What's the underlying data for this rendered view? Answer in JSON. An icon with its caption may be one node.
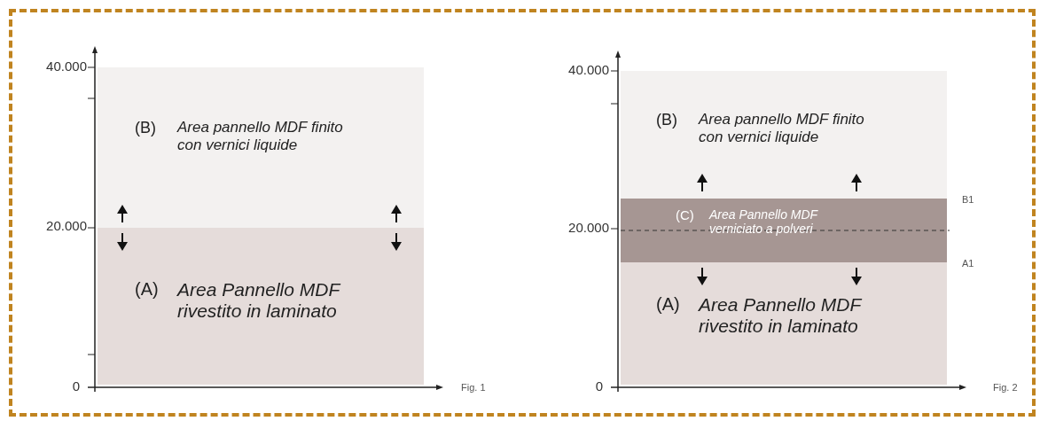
{
  "diagram": {
    "nodes": [
      {
        "text": [
          "(B)",
          "Area pannello MDF finito con vernici liquide"
        ]
      },
      {
        "text": [
          "(A)",
          "Area Pannello MDF rivestito in laminato"
        ]
      },
      {
        "text": [
          "(B)",
          "Area pannello MDF finito con vernici liquide"
        ]
      },
      {
        "text": [
          "(C)",
          "Area Pannello MDF verniciato a polveri"
        ]
      },
      {
        "text": [
          "(A)",
          "Area Pannello MDF rivestito in laminato"
        ]
      }
    ],
    "edges": [],
    "labels": [
      "40.000",
      "20.000",
      "0",
      "Fig. 1",
      "40.000",
      "20.000",
      "0",
      "B1",
      "A1",
      "Fig. 2"
    ]
  }
}
